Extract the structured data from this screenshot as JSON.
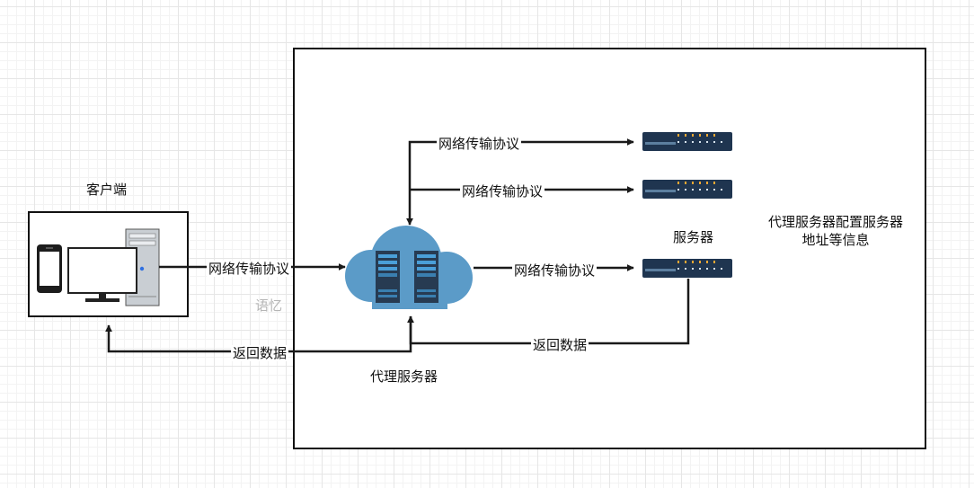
{
  "labels": {
    "client": "客户端",
    "proxy": "代理服务器",
    "server": "服务器",
    "note": "代理服务器配置服务器地址等信息",
    "watermark": "语忆"
  },
  "edges": {
    "net_protocol": "网络传输协议",
    "return_data": "返回数据"
  },
  "colors": {
    "cloud": "#5b9bc8",
    "server_body": "#1f3550",
    "server_dots": "#f0a832",
    "rack": "#273b52",
    "rack_slots": "#4a9fd8",
    "line": "#1a1a1a"
  },
  "icons": [
    "phone-icon",
    "monitor-icon",
    "desktop-tower-icon",
    "cloud-icon",
    "server-rack-icon",
    "network-server-icon"
  ]
}
